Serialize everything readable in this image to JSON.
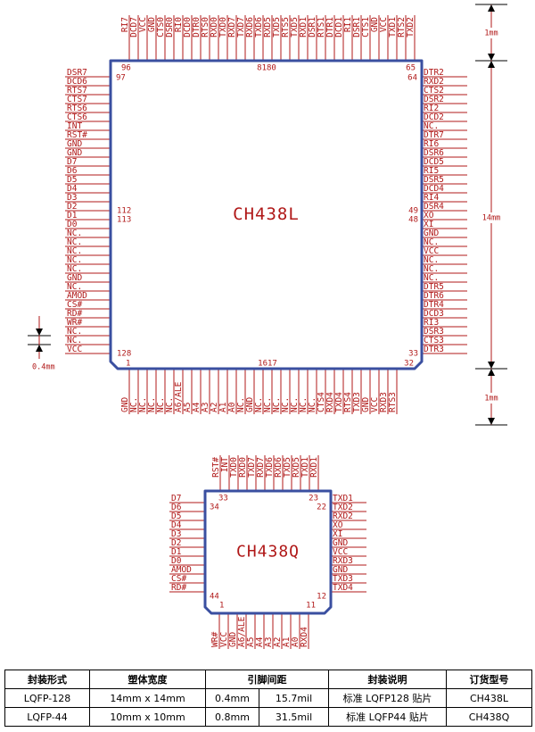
{
  "chip1": {
    "name": "CH438L",
    "top_pins": [
      "RI7",
      "DCD7",
      "VCC",
      "GND",
      "CTS0",
      "DSR0",
      "RI0",
      "DCD0",
      "DTR0",
      "RTS0",
      "RXD0",
      "TXD0",
      "RXD7",
      "TXD7",
      "RXD6",
      "TXD6",
      "RXD5",
      "TXD5",
      "RTS5",
      "TXD5",
      "RXD1",
      "DSR1",
      "RTS1",
      "DTR1",
      "DCD1",
      "RI1",
      "DSR1",
      "CTS1",
      "GND",
      "VCC",
      "TXD1",
      "RTS2",
      "TXD2"
    ],
    "left_pins": [
      "DSR7",
      "DCD6",
      "RTS7",
      "CTS7",
      "RTS6",
      "CTS6",
      "INT",
      "RST#",
      "GND",
      "GND",
      "D7",
      "D6",
      "D5",
      "D4",
      "D3",
      "D2",
      "D1",
      "D0",
      "NC.",
      "NC.",
      "NC.",
      "NC.",
      "NC.",
      "GND",
      "NC.",
      "AMOD",
      "CS#",
      "RD#",
      "WR#",
      "NC.",
      "NC.",
      "VCC"
    ],
    "right_pins": [
      "DTR2",
      "RXD2",
      "CTS2",
      "DSR2",
      "RI2",
      "DCD2",
      "NC.",
      "DTR7",
      "RI6",
      "DSR6",
      "DCD5",
      "RI5",
      "DSR5",
      "DCD4",
      "RI4",
      "DSR4",
      "XO",
      "XI",
      "GND",
      "NC.",
      "VCC",
      "NC.",
      "NC.",
      "NC.",
      "DTR5",
      "DTR6",
      "DTR4",
      "DCD3",
      "RI3",
      "DSR3",
      "CTS3",
      "DTR3"
    ],
    "bottom_pins": [
      "GND",
      "NC.",
      "NC.",
      "NC.",
      "NC.",
      "NC.",
      "A6/ALE",
      "A5",
      "A4",
      "A3",
      "A2",
      "A1",
      "A0",
      "NC.",
      "GND",
      "NC.",
      "NC.",
      "NC.",
      "NC.",
      "NC.",
      "NC.",
      "NC.",
      "CTS4",
      "RXD4",
      "TXD4",
      "RTS4",
      "TXD3",
      "GND",
      "VCC",
      "RXD3",
      "RTS3"
    ],
    "pin_numbers": {
      "tl_top": "96",
      "tl_left": "97",
      "top_mid": "8180",
      "tr_top": "65",
      "tr_right": "64",
      "left_mid_a": "112",
      "left_mid_b": "113",
      "right_mid_a": "49",
      "right_mid_b": "48",
      "bl_left": "128",
      "bl_bottom": "1",
      "bottom_mid": "1617",
      "br_right": "33",
      "br_bottom": "32"
    }
  },
  "chip2": {
    "name": "CH438Q",
    "top_pins": [
      "RST#",
      "INT",
      "TXD0",
      "RXD0",
      "TXD7",
      "RXD7",
      "TXD6",
      "RXD6",
      "TXD5",
      "RXD5",
      "TXD1",
      "RXD1"
    ],
    "left_pins": [
      "D7",
      "D6",
      "D5",
      "D4",
      "D3",
      "D2",
      "D1",
      "D0",
      "AMOD",
      "CS#",
      "RD#"
    ],
    "right_pins": [
      "TXD1",
      "TXD2",
      "RXD2",
      "XO",
      "XI",
      "GND",
      "VCC",
      "RXD3",
      "GND",
      "TXD3",
      "TXD4"
    ],
    "bottom_pins": [
      "WR#",
      "VCC",
      "GND",
      "A6/ALE",
      "A5",
      "A4",
      "A3",
      "A2",
      "A1",
      "A0",
      "RXD4"
    ],
    "pin_numbers": {
      "tl_top": "33",
      "tl_left": "34",
      "tr_top": "23",
      "tr_right": "22",
      "bl_left": "44",
      "bl_bottom": "1",
      "br_right": "12",
      "br_bottom": "11"
    }
  },
  "dimensions": {
    "top": "1mm",
    "body": "14mm",
    "bottom": "1mm",
    "pitch": "0.4mm"
  },
  "table": {
    "headers": [
      "封装形式",
      "塑体宽度",
      "引脚间距",
      "封装说明",
      "订货型号"
    ],
    "rows": [
      {
        "package": "LQFP-128",
        "width": "14mm x 14mm",
        "pitch_mm": "0.4mm",
        "pitch_mil": "15.7mil",
        "desc": "标准 LQFP128 贴片",
        "model": "CH438L"
      },
      {
        "package": "LQFP-44",
        "width": "10mm x 10mm",
        "pitch_mm": "0.8mm",
        "pitch_mil": "31.5mil",
        "desc": "标准 LQFP44 贴片",
        "model": "CH438Q"
      }
    ]
  },
  "colors": {
    "body": "#3a4fa0",
    "pin": "#b01818",
    "text": "#b01818"
  }
}
